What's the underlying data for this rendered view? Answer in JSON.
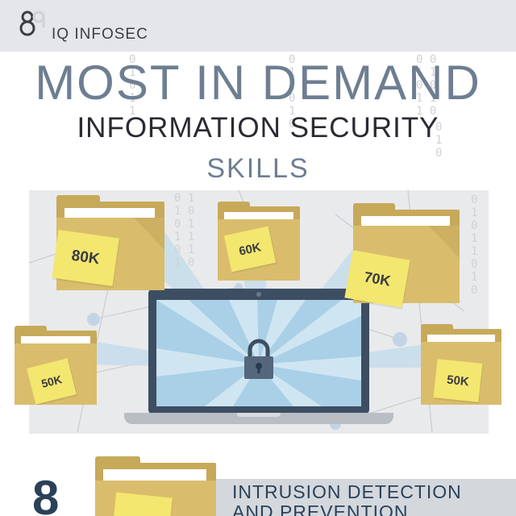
{
  "brand": {
    "name": "IQ INFOSEC",
    "logo_icon": "iq-logo-icon"
  },
  "title": {
    "line1": "MOST IN DEMAND",
    "line2": "INFORMATION SECURITY",
    "line3": "SKILLS"
  },
  "background_bits": {
    "col_a": "0\n1\n0\n1\n1",
    "col_b": "0\n1\n1\n0\n1\n0",
    "col_c": "0 0\n1 1\n0 0\n1 1\n1 0",
    "col_d": "0\n1\n0",
    "scene_a": "0 1\n1 0\n0 1\n1 1\n0 1\n1 0",
    "scene_b": "0\n1\n0\n1\n1\n0\n1\n0"
  },
  "folders": [
    {
      "salary": "80K"
    },
    {
      "salary": "60K"
    },
    {
      "salary": "70K"
    },
    {
      "salary": "50K"
    },
    {
      "salary": "50K"
    }
  ],
  "laptop": {
    "icon": "padlock-icon"
  },
  "first_skill": {
    "rank": "8",
    "title_line1": "INTRUSION DETECTION",
    "title_line2": "AND PREVENTION"
  },
  "colors": {
    "title_blue": "#6e7e92",
    "dark_text": "#2b2a33",
    "folder_gold": "#d9bd6c",
    "sticky_note": "#f3e770",
    "screen_blue": "#a9d0e6",
    "navy": "#2b4159"
  }
}
